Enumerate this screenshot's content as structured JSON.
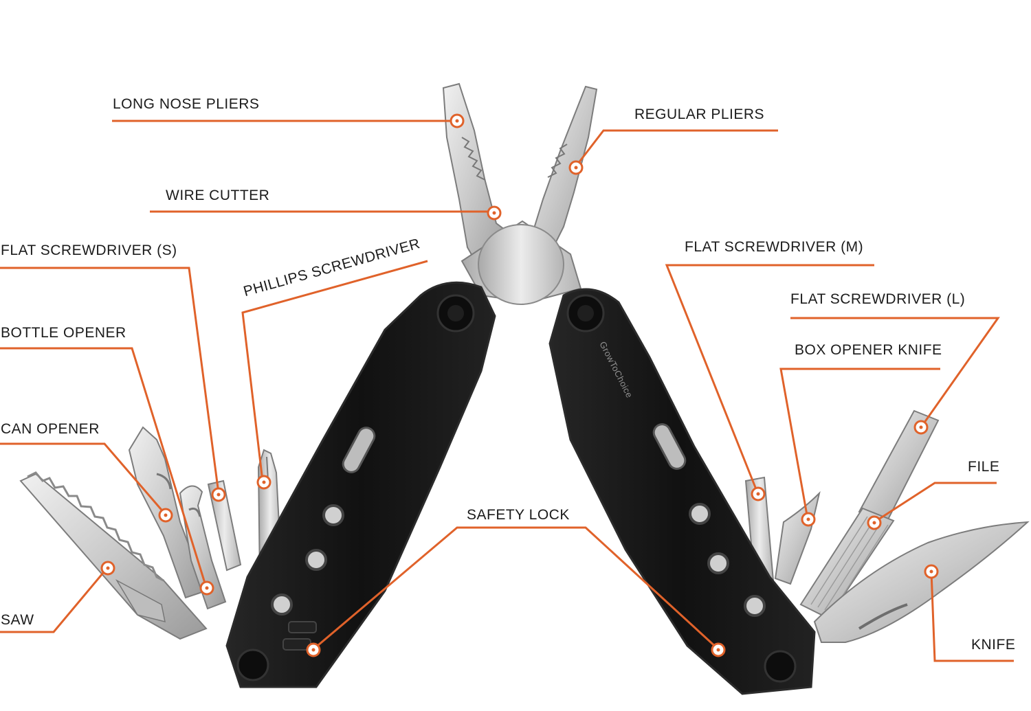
{
  "colors": {
    "accent": "#e0622a",
    "handle": "#141414",
    "handle_edge": "#2b2b2b",
    "steel_light": "#e8e8e8",
    "steel_mid": "#c6c6c6",
    "steel_dark": "#8c8c8c",
    "label_text": "#1b1b1b"
  },
  "brand_text": "GrowToChoice",
  "labels": {
    "long_nose_pliers": "LONG NOSE PLIERS",
    "regular_pliers": "REGULAR PLIERS",
    "wire_cutter": "WIRE CUTTER",
    "flat_screwdriver_s": "FLAT SCREWDRIVER (S)",
    "phillips_screwdriver": "PHILLIPS SCREWDRIVER",
    "bottle_opener": "BOTTLE OPENER",
    "can_opener": "CAN OPENER",
    "saw": "SAW",
    "safety_lock": "SAFETY LOCK",
    "flat_screwdriver_m": "FLAT SCREWDRIVER (M)",
    "flat_screwdriver_l": "FLAT SCREWDRIVER (L)",
    "box_opener_knife": "BOX OPENER KNIFE",
    "file": "FILE",
    "knife": "KNIFE"
  }
}
